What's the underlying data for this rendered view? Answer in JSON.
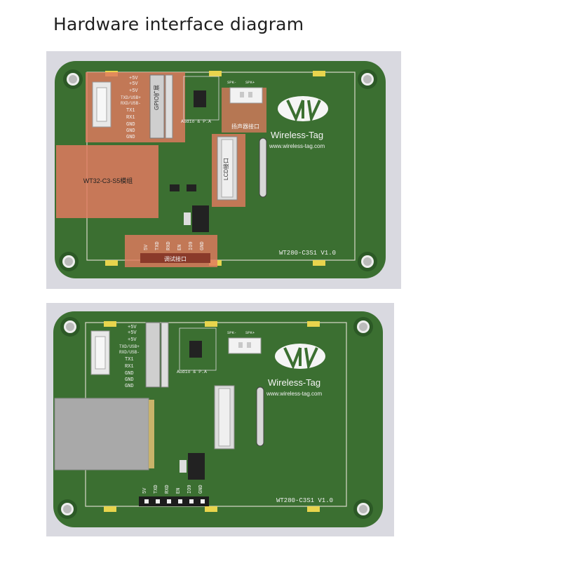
{
  "page": {
    "title": "Hardware interface diagram"
  },
  "board": {
    "brand": "Wireless-Tag",
    "url": "www.wireless-tag.com",
    "model": "WT280-C3S1 V1.0",
    "audio_label": "Audio & P.A",
    "power_pins": [
      "+5V",
      "+5V",
      "+5V"
    ],
    "uart_pins": [
      "TXD/USB+",
      "RXD/USB-",
      "TX1",
      "RX1",
      "GND",
      "GND",
      "GND"
    ],
    "debug_pins": [
      "5V",
      "TXD",
      "RXD",
      "EN",
      "IO9",
      "GND"
    ],
    "spk_labels": [
      "SPK-",
      "SPK+"
    ]
  },
  "annotations": {
    "gpio": "GPIO扩展",
    "speaker": "扬声器接口",
    "lcd": "LCD接口",
    "module": "WT32-C3-S5模组",
    "debug": "调试接口"
  },
  "colors": {
    "pcb": "#3b6f31",
    "pcb_dark": "#2c5926",
    "highlight": "#e07a5f",
    "pad": "#e8d44d",
    "panel": "#d9d9e0"
  }
}
